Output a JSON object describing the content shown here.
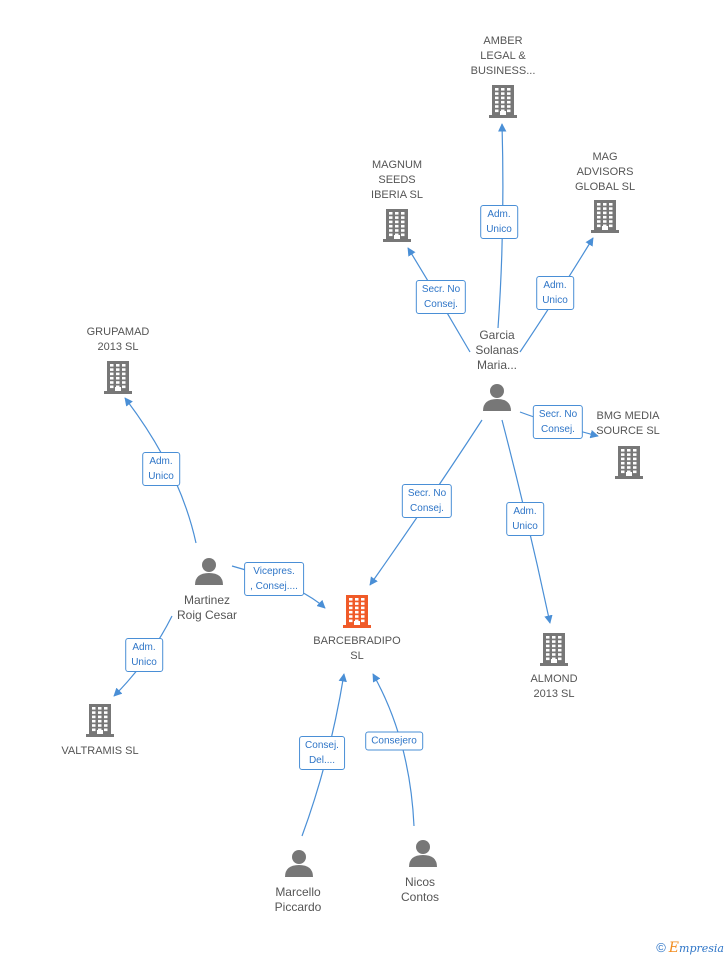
{
  "colors": {
    "edge": "#4a8fd6",
    "node_icon": "#777777",
    "focus_icon": "#f05a28",
    "label_text": "#555555"
  },
  "nodes": [
    {
      "id": "amber",
      "type": "company",
      "lines": [
        "AMBER",
        "LEGAL &",
        "BUSINESS..."
      ],
      "icon": "building-icon"
    },
    {
      "id": "magnum",
      "type": "company",
      "lines": [
        "MAGNUM",
        "SEEDS",
        "IBERIA SL"
      ],
      "icon": "building-icon"
    },
    {
      "id": "mag",
      "type": "company",
      "lines": [
        "MAG",
        "ADVISORS",
        "GLOBAL SL"
      ],
      "icon": "building-icon"
    },
    {
      "id": "garcia",
      "type": "person",
      "lines": [
        "Garcia",
        "Solanas",
        "Maria..."
      ],
      "icon": "person-icon"
    },
    {
      "id": "bmg",
      "type": "company",
      "lines": [
        "BMG MEDIA",
        "SOURCE SL"
      ],
      "icon": "building-icon"
    },
    {
      "id": "grupamad",
      "type": "company",
      "lines": [
        "GRUPAMAD",
        "2013 SL"
      ],
      "icon": "building-icon"
    },
    {
      "id": "martinez",
      "type": "person",
      "lines": [
        "Martinez",
        "Roig Cesar"
      ],
      "icon": "person-icon"
    },
    {
      "id": "barcebradipo",
      "type": "focus",
      "lines": [
        "BARCEBRADIPO",
        "SL"
      ],
      "icon": "building-icon"
    },
    {
      "id": "almond",
      "type": "company",
      "lines": [
        "ALMOND",
        "2013 SL"
      ],
      "icon": "building-icon"
    },
    {
      "id": "valtramis",
      "type": "company",
      "lines": [
        "VALTRAMIS SL"
      ],
      "icon": "building-icon"
    },
    {
      "id": "marcello",
      "type": "person",
      "lines": [
        "Marcello",
        "Piccardo"
      ],
      "icon": "person-icon"
    },
    {
      "id": "nicos",
      "type": "person",
      "lines": [
        "Nicos",
        "Contos"
      ],
      "icon": "person-icon"
    }
  ],
  "edges": [
    {
      "from": "garcia",
      "to": "amber",
      "label": [
        "Adm.",
        "Unico"
      ]
    },
    {
      "from": "garcia",
      "to": "magnum",
      "label": [
        "Secr.  No",
        "Consej."
      ]
    },
    {
      "from": "garcia",
      "to": "mag",
      "label": [
        "Adm.",
        "Unico"
      ]
    },
    {
      "from": "garcia",
      "to": "bmg",
      "label": [
        "Secr.  No",
        "Consej."
      ]
    },
    {
      "from": "garcia",
      "to": "barcebradipo",
      "label": [
        "Secr.  No",
        "Consej."
      ]
    },
    {
      "from": "garcia",
      "to": "almond",
      "label": [
        "Adm.",
        "Unico"
      ]
    },
    {
      "from": "martinez",
      "to": "grupamad",
      "label": [
        "Adm.",
        "Unico"
      ]
    },
    {
      "from": "martinez",
      "to": "barcebradipo",
      "label": [
        "Vicepres.",
        ", Consej...."
      ]
    },
    {
      "from": "martinez",
      "to": "valtramis",
      "label": [
        "Adm.",
        "Unico"
      ]
    },
    {
      "from": "marcello",
      "to": "barcebradipo",
      "label": [
        "Consej.",
        "Del...."
      ]
    },
    {
      "from": "nicos",
      "to": "barcebradipo",
      "label": [
        "Consejero"
      ]
    }
  ],
  "footer": {
    "copyright": "©",
    "brand_initial": "E",
    "brand_rest": "mpresia"
  }
}
